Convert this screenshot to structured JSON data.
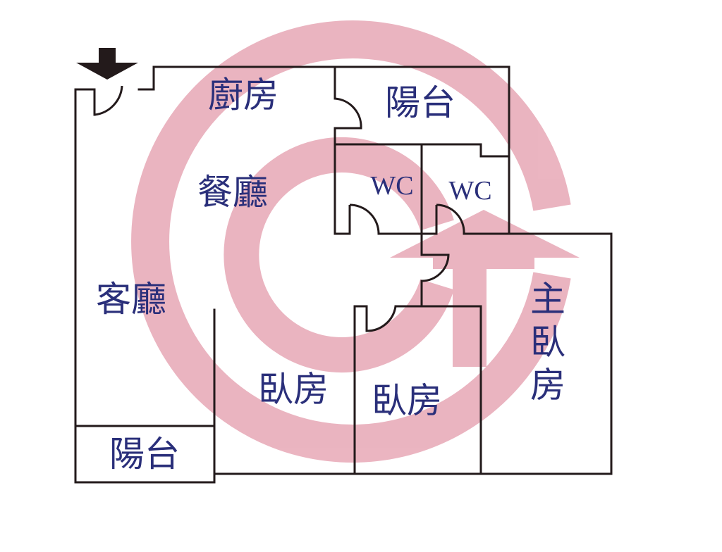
{
  "colors": {
    "wall": "#231a1b",
    "label": "#2a2f7a",
    "watermark": "#e7a8b6"
  },
  "entrance": {
    "icon": "down-arrow-icon"
  },
  "watermark": {
    "icon": "circular-arrow-logo"
  },
  "rooms": {
    "kitchen": "廚房",
    "balcony_top": "陽台",
    "dining": "餐廳",
    "wc_1": "WC",
    "wc_2": "WC",
    "living": "客廳",
    "bedroom_1": "臥房",
    "bedroom_2": "臥房",
    "master_1": "主",
    "master_2": "臥",
    "master_3": "房",
    "balcony_bottom": "陽台"
  }
}
